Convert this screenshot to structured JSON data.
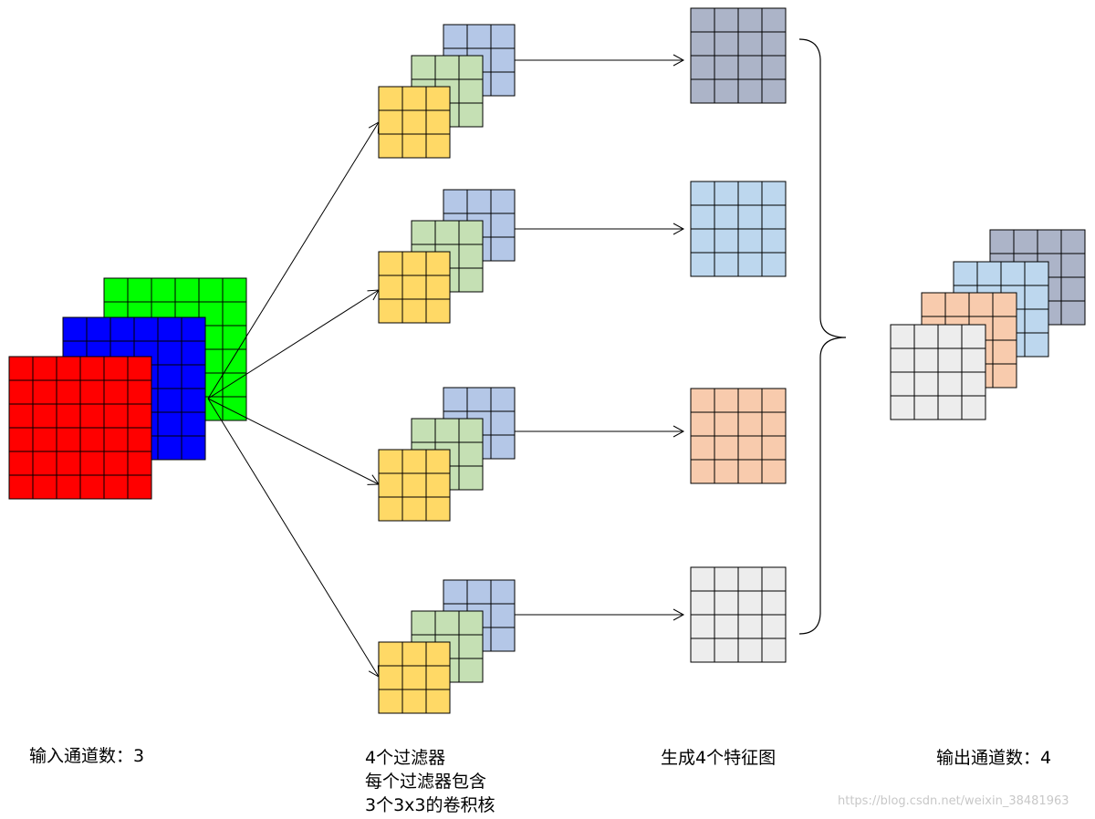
{
  "labels": {
    "input_channels": "输入通道数：3",
    "filters_line1": "4个过滤器",
    "filters_line2": "每个过滤器包含",
    "filters_line3": "3个3x3的卷积核",
    "feature_maps": "生成4个特征图",
    "output_channels": "输出通道数：4"
  },
  "watermark": "https://blog.csdn.net/weixin_38481963",
  "colors": {
    "input_red": "#ff0000",
    "input_blue": "#0000ff",
    "input_green": "#00ff00",
    "kernel_yellow": "#ffd966",
    "kernel_green": "#c5e0b4",
    "kernel_blue": "#b4c7e7",
    "fmap_gray": "#acb4c8",
    "fmap_lightblue": "#bdd7ee",
    "fmap_orange": "#f8cbad",
    "fmap_lightgray": "#ededed",
    "grid_line": "#000000"
  }
}
